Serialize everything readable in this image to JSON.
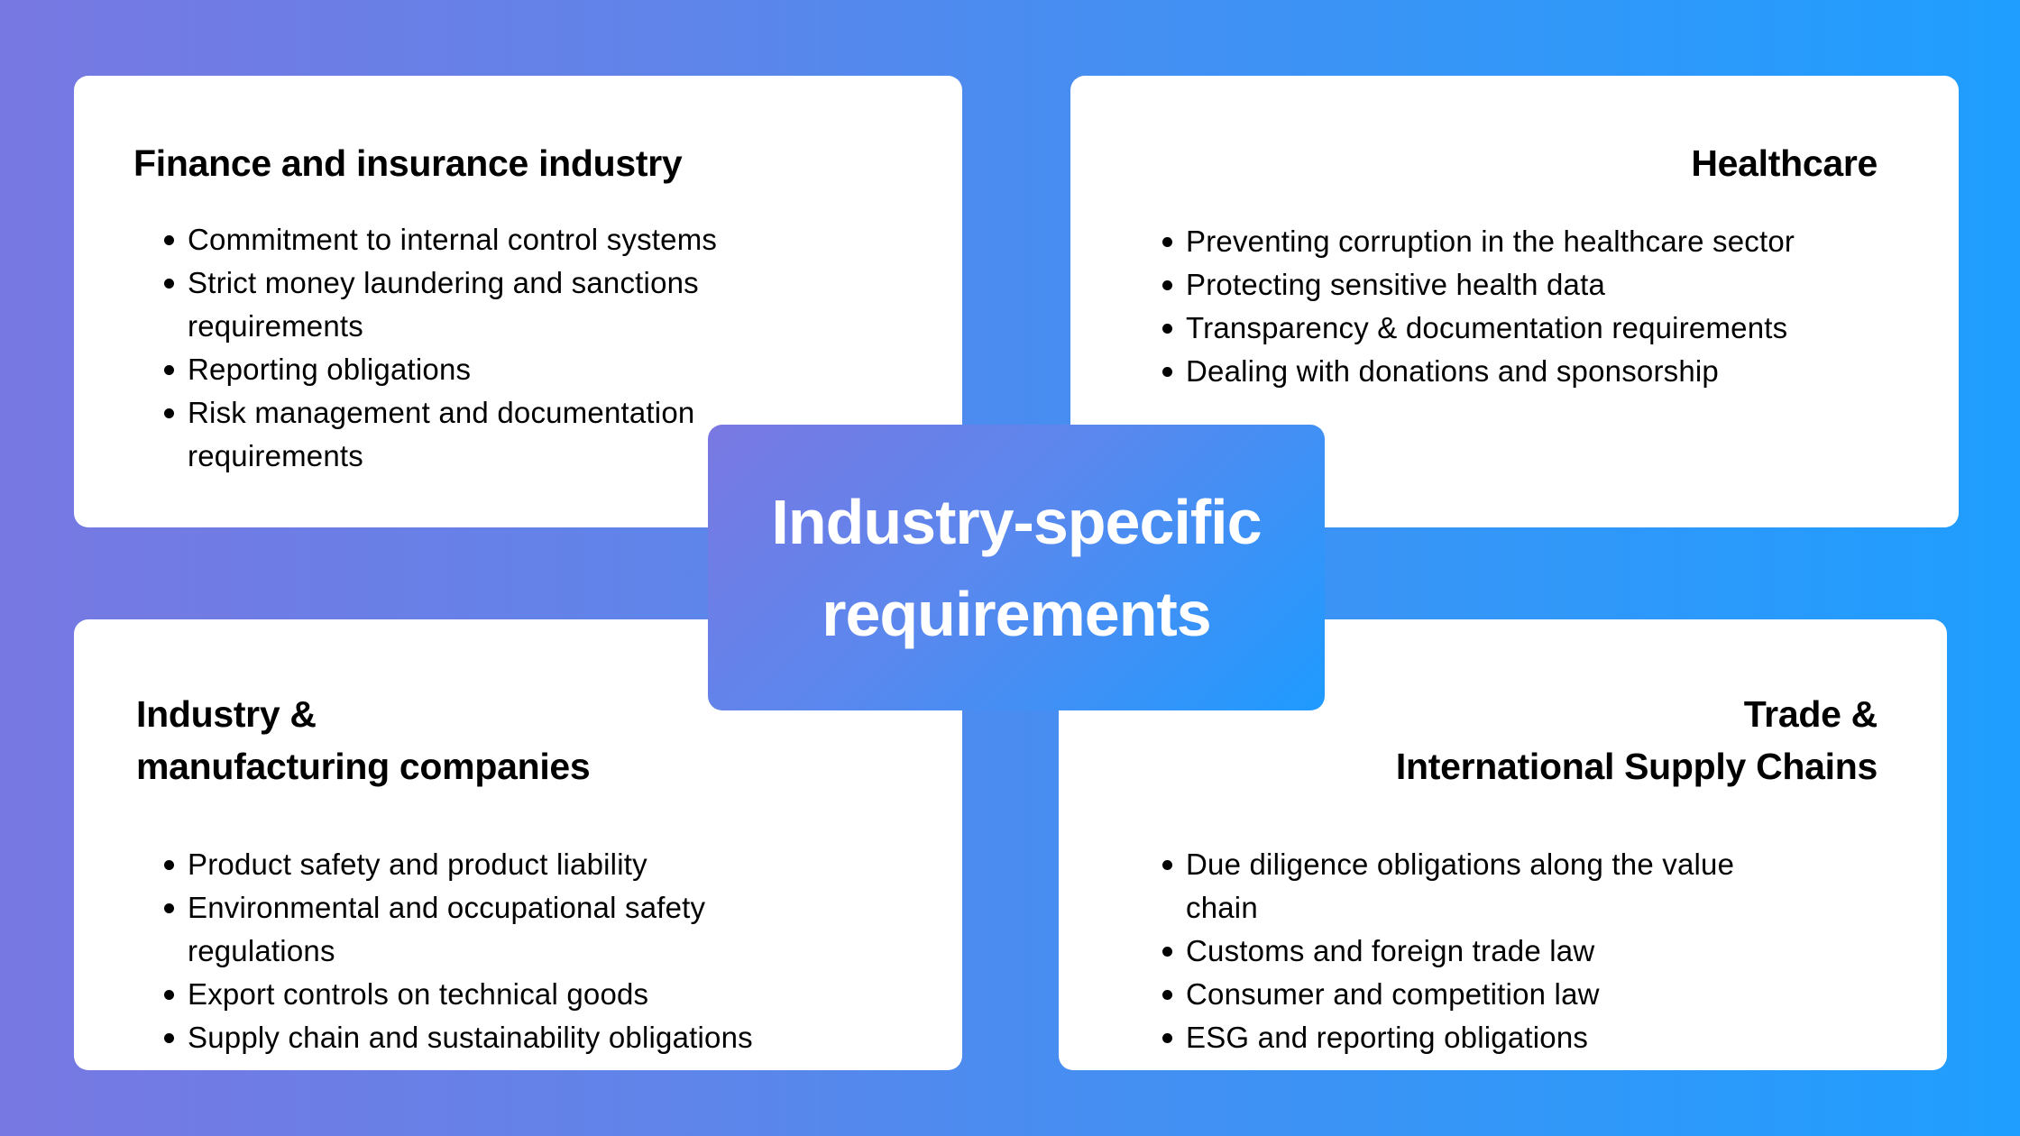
{
  "center": {
    "title_lines": [
      "Industry-specific",
      "requirements"
    ]
  },
  "colors": {
    "background_left": "#7878E2",
    "background_mid": "#4A8CF0",
    "background_right": "#1F9EFF",
    "center_box_start": "#7A78E2",
    "center_box_end": "#1E9BFF",
    "card_background": "#FFFFFF",
    "text": "#000000",
    "center_text": "#FFFFFF"
  },
  "cards": {
    "finance": {
      "title_lines": [
        "Finance and insurance industry"
      ],
      "items": [
        [
          "Commitment to internal control systems"
        ],
        [
          "Strict money laundering and sanctions",
          "requirements"
        ],
        [
          "Reporting obligations"
        ],
        [
          "Risk management and documentation",
          "requirements"
        ]
      ]
    },
    "healthcare": {
      "title_lines": [
        "Healthcare"
      ],
      "items": [
        [
          "Preventing corruption in the healthcare sector"
        ],
        [
          "Protecting sensitive health data"
        ],
        [
          "Transparency & documentation requirements"
        ],
        [
          "Dealing with donations and sponsorship"
        ]
      ]
    },
    "industry": {
      "title_lines": [
        "Industry &",
        "manufacturing companies"
      ],
      "items": [
        [
          "Product safety and product liability"
        ],
        [
          "Environmental and occupational safety",
          "regulations"
        ],
        [
          "Export controls on technical goods"
        ],
        [
          "Supply chain and sustainability obligations"
        ]
      ]
    },
    "trade": {
      "title_lines": [
        "Trade &",
        "International Supply Chains"
      ],
      "items": [
        [
          "Due diligence obligations along the value",
          "chain"
        ],
        [
          "Customs and foreign trade law"
        ],
        [
          "Consumer and competition law"
        ],
        [
          "ESG and reporting obligations"
        ]
      ]
    }
  }
}
